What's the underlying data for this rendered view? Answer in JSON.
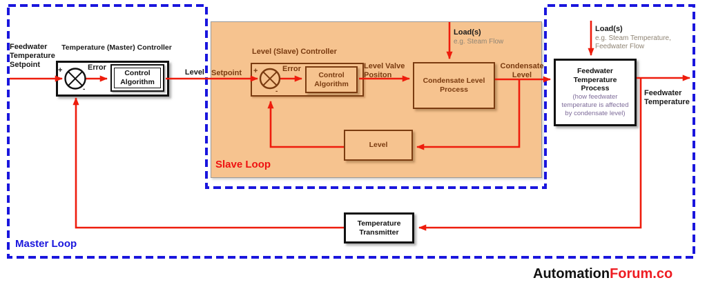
{
  "loops": {
    "master_label": "Master Loop",
    "slave_label": "Slave Loop"
  },
  "signals": {
    "feedwater_setpoint": "Feedwater\nTemperature\nSetpoint",
    "error": "Error",
    "level_output": "Level",
    "setpoint_input": "Setpoint",
    "level_valve_position": "Level Valve\nPositon",
    "condensate_level": "Condensate\nLevel",
    "feedwater_temperature": "Feedwater\nTemperature",
    "plus": "+",
    "minus": "-"
  },
  "controllers": {
    "master_title": "Temperature (Master) Controller",
    "slave_title": "Level (Slave) Controller",
    "control_algorithm": "Control\nAlgorithm"
  },
  "processes": {
    "condensate_process": "Condensate Level\nProcess",
    "feedwater_process_title": "Feedwater\nTemperature\nProcess",
    "feedwater_process_note": "(how feedwater\ntemperature is affected\nby condensate level)",
    "level_transmitter": "Level",
    "temperature_transmitter": "Temperature\nTransmitter"
  },
  "disturbances": {
    "loads_label": "Load(s)",
    "slave_load_example": "e.g. Steam Flow",
    "master_load_example": "e.g. Steam Temperature,\nFeedwater Flow"
  },
  "branding": {
    "name_black": "Automation",
    "name_red": "Forum.co"
  },
  "colors": {
    "wire_red": "#ee1c0c",
    "loop_dash_blue": "#1a16dd",
    "slave_region_fill": "#f6c38f",
    "slave_brown": "#7a3b10",
    "slave_loop_text": "#ee1111",
    "master_loop_text": "#1a16dd",
    "note_purple": "#7d6b99",
    "example_gray": "#8f8474"
  }
}
